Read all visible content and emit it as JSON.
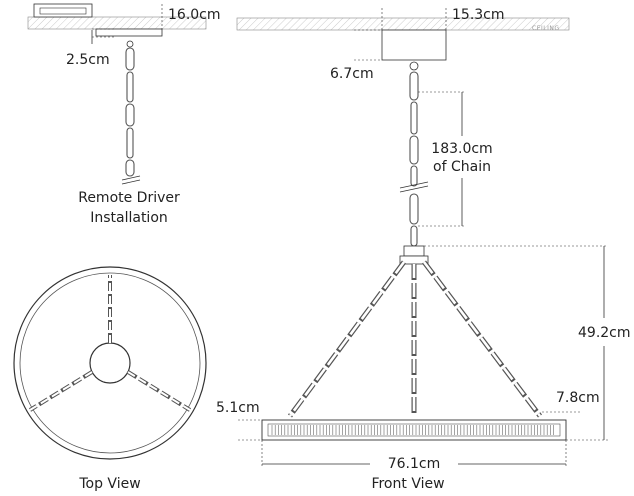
{
  "remote_driver": {
    "canopy_width": "16.0cm",
    "canopy_height": "2.5cm",
    "caption_line1": "Remote Driver",
    "caption_line2": "Installation"
  },
  "front": {
    "canopy_width": "15.3cm",
    "ceiling_tag": "CEILING",
    "canopy_height": "6.7cm",
    "chain_length_line1": "183.0cm",
    "chain_length_line2": "of Chain",
    "fixture_height": "49.2cm",
    "ring_height_left": "5.1cm",
    "ring_height_right": "7.8cm",
    "ring_diameter": "76.1cm",
    "caption": "Front View"
  },
  "top": {
    "caption": "Top View"
  }
}
